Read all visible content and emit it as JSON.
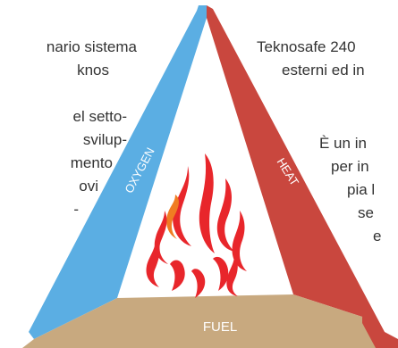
{
  "left_text": [
    "nario sistema",
    "knos",
    "",
    "el setto-",
    "svilup-",
    "mento",
    "ovi",
    "-"
  ],
  "right_text": [
    "Teknosafe 240",
    "esterni ed in",
    "",
    "È un in",
    "per in",
    "pia l",
    "se",
    "e"
  ],
  "triangle": {
    "left_label": "OXYGEN",
    "right_label": "HEAT",
    "bottom_label": "FUEL",
    "colors": {
      "oxygen": "#5BAEE3",
      "heat": "#C9473E",
      "fuel": "#C8A97F",
      "flame_red": "#E8262B",
      "flame_orange": "#F07C22"
    }
  },
  "icons": [
    "fire-icon"
  ]
}
